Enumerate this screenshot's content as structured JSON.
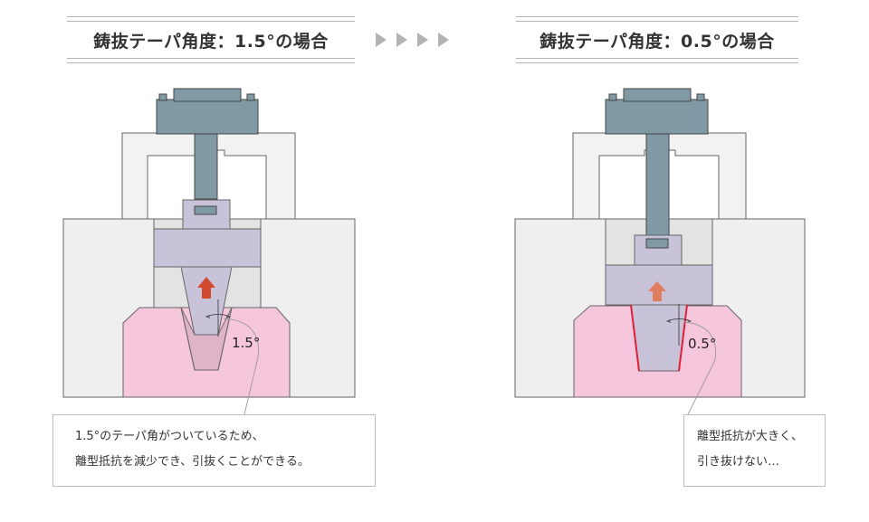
{
  "titles": {
    "left": "鋳抜テーパ角度：1.5°の場合",
    "right": "鋳抜テーパ角度：0.5°の場合"
  },
  "angles": {
    "left": "1.5°",
    "right": "0.5°"
  },
  "callouts": {
    "left": [
      "1.5°のテーパ角がついているため、",
      "離型抵抗を減少でき、引抜くことができる。"
    ],
    "right": [
      "離型抵抗が大きく、",
      "引き抜けない…"
    ]
  },
  "colors": {
    "die": "#efefef",
    "frame": "#f2f2f2",
    "cylinder": "#7f9aa4",
    "core": "#c8c3d9",
    "casting": "#f6c6dc",
    "arrow_left": "#d24a2e",
    "arrow_right": "#e07d5f",
    "contact_line": "#e0203a"
  }
}
